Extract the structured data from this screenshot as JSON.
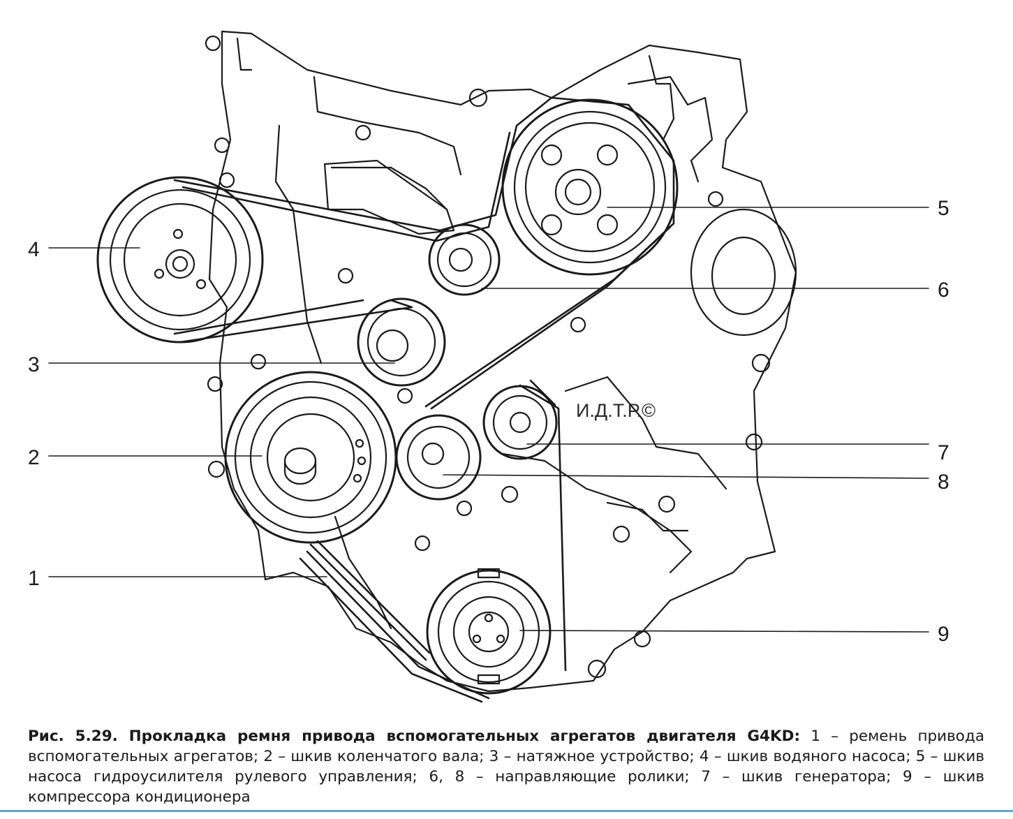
{
  "figure": {
    "callouts": [
      {
        "num": "1"
      },
      {
        "num": "2"
      },
      {
        "num": "3"
      },
      {
        "num": "4"
      },
      {
        "num": "5"
      },
      {
        "num": "6"
      },
      {
        "num": "7"
      },
      {
        "num": "8"
      },
      {
        "num": "9"
      }
    ],
    "watermark": "И.Д.Т.Р.©"
  },
  "caption": {
    "label": "Рис. 5.29. Прокладка ремня привода вспомогательных агрегатов двигателя G4KD:",
    "text": " 1 – ремень привода вспомогательных агрегатов; 2 – шкив коленчатого вала; 3 – натяжное устройство; 4 – шкив водяного насоса; 5 – шкив насоса гидроусилителя рулевого управления; 6, 8 – направляющие ролики; 7 – шкив генератора; 9 – шкив компрессора кондиционера"
  },
  "colors": {
    "line": "#1a1a1a",
    "rule": "#5aa7d8"
  }
}
